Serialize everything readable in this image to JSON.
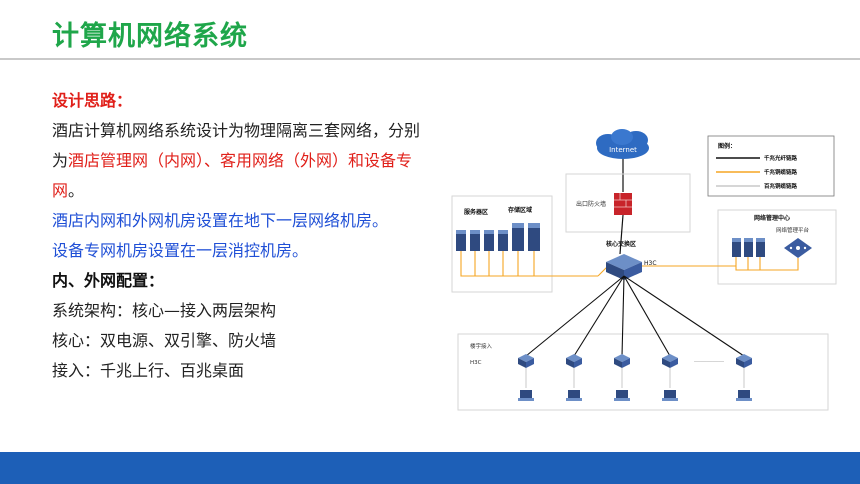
{
  "slide": {
    "title": "计算机网络系统"
  },
  "content": {
    "design_heading": "设计思路：",
    "para1_part1": "酒店计算机网络系统设计为物理隔离三套网络，分别",
    "para1_part2_prefix": "为",
    "para1_red": "酒店管理网（内网）、客用网络（外网）和设备专",
    "para1_red_cont": "网",
    "para1_end": "。",
    "blue_line1": "酒店内网和外网机房设置在地下一层网络机房。",
    "blue_line2": "设备专网机房设置在一层消控机房。",
    "config_heading": "内、外网配置：",
    "arch": "系统架构：核心—接入两层架构",
    "core": "核心：双电源、双引擎、防火墙",
    "access": "接入：千兆上行、百兆桌面"
  },
  "diagram": {
    "internet": "Internet",
    "firewall_label": "出口防火墙",
    "legend_title": "图例：",
    "legend_items": [
      {
        "label": "千兆光纤链路",
        "color": "#111111"
      },
      {
        "label": "千兆铜缆链路",
        "color": "#f5a623"
      },
      {
        "label": "百兆铜缆链路",
        "color": "#c8c8c8"
      }
    ],
    "server_area": "服务器区",
    "storage_area": "存储区域",
    "core_area": "核心交换区",
    "core_switch": "H3C",
    "nms_center": "网络管理中心",
    "nms_platform": "网络管理平台",
    "access_label": "楼宇接入",
    "access_switch": "H3C",
    "dots": "……………"
  },
  "colors": {
    "title_green": "#1fa64a",
    "footer_blue": "#1d5fb7",
    "red_text": "#e0201a",
    "blue_text": "#1f4fd6"
  }
}
